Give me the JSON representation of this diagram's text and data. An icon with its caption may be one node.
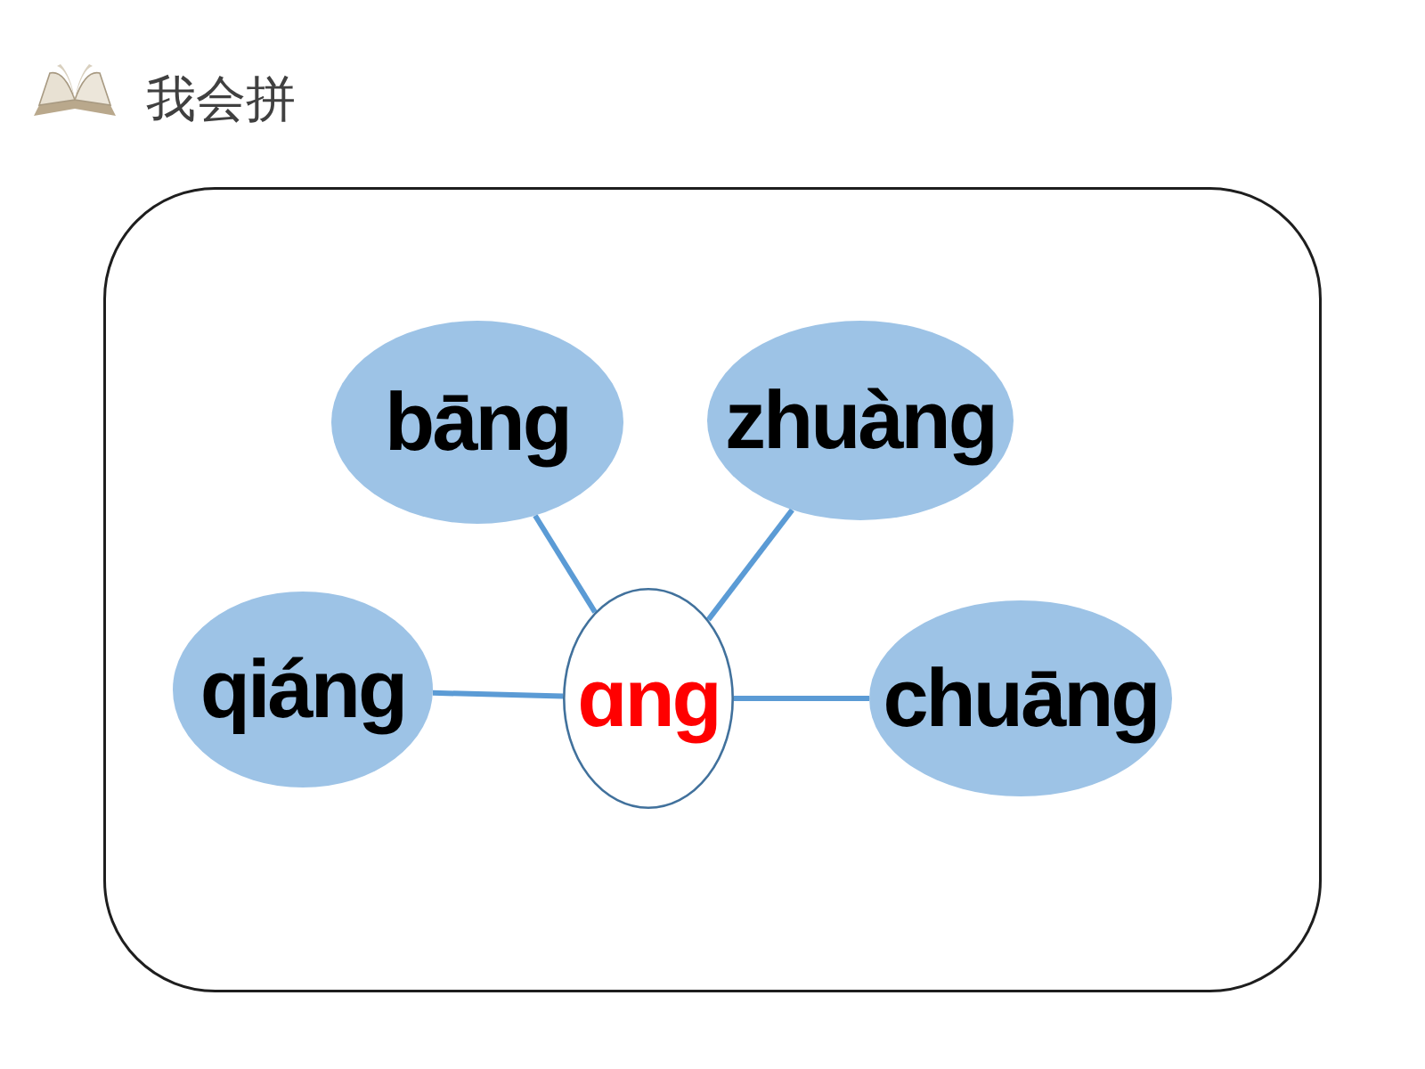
{
  "diagram": {
    "title": "我会拼",
    "nodes": [
      {
        "text": [],
        "shape": "box"
      },
      {
        "text": [
          "bāng"
        ],
        "in": 0
      },
      {
        "text": [
          "zhuàng"
        ],
        "in": 0
      },
      {
        "text": [
          "qiáng"
        ],
        "in": 0
      },
      {
        "text": [
          "ɑng"
        ],
        "in": 0
      },
      {
        "text": [
          "chuāng"
        ],
        "in": 0
      }
    ],
    "edges": [
      {
        "from": 1,
        "to": 4,
        "arrow": "none"
      },
      {
        "from": 2,
        "to": 4,
        "arrow": "none"
      },
      {
        "from": 3,
        "to": 4,
        "arrow": "none"
      },
      {
        "from": 5,
        "to": 4,
        "arrow": "none"
      }
    ]
  }
}
